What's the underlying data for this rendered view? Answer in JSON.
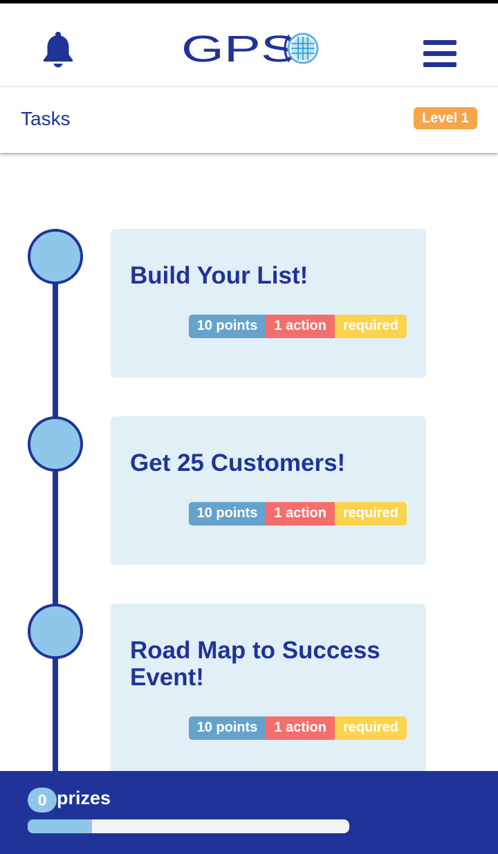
{
  "header": {
    "bell_icon": "bell-icon",
    "logo_text": "GPS",
    "menu_icon": "hamburger-menu-icon"
  },
  "subheader": {
    "title": "Tasks",
    "level": "Level 1"
  },
  "tasks": [
    {
      "title": "Build Your List!",
      "points": "10 points",
      "action": "1 action",
      "status": "required"
    },
    {
      "title": "Get 25 Customers!",
      "points": "10 points",
      "action": "1 action",
      "status": "required"
    },
    {
      "title": "Road Map to Success Event!",
      "points": "10 points",
      "action": "1 action",
      "status": "required"
    }
  ],
  "footer": {
    "prize_count": "0",
    "prize_label": "prizes",
    "progress_fraction": 0.2
  },
  "colors": {
    "primary": "#1f3399",
    "node_fill": "#8ec7ea",
    "card_bg": "#e1eff6",
    "level_badge": "#f5a54a",
    "points_badge": "#66a3cc",
    "action_badge": "#f56e6e",
    "required_badge": "#fcd34d"
  }
}
